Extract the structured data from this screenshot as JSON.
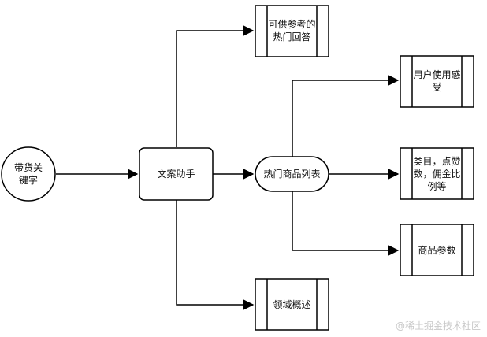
{
  "nodes": {
    "keyword": [
      "带货关",
      "键字"
    ],
    "assistant": [
      "文案助手"
    ],
    "hot_products": [
      "热门商品列表"
    ],
    "reference_answers": [
      "可供参考的",
      "热门回答"
    ],
    "domain_overview": [
      "领域概述"
    ],
    "user_experience": [
      "用户使用感",
      "受"
    ],
    "category_stats": [
      "类目，点赞",
      "数，佣金比",
      "例等"
    ],
    "product_params": [
      "商品参数"
    ]
  },
  "watermark": "@稀土掘金技术社区",
  "colors": {
    "stroke": "#000000",
    "fill": "#ffffff",
    "text": "#111111"
  }
}
